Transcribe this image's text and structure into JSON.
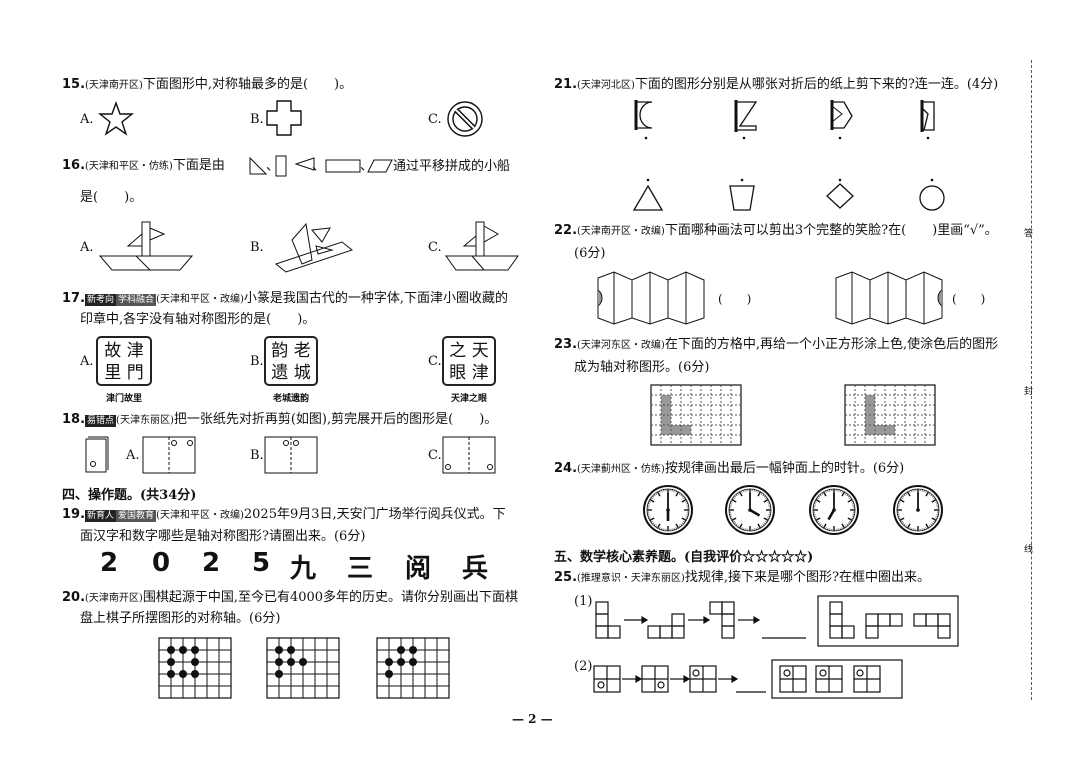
{
  "q15": {
    "num": "15.",
    "src": "(天津南开区)",
    "text": "下面图形中,对称轴最多的是(　　)。",
    "a": "A.",
    "b": "B.",
    "c": "C."
  },
  "q16": {
    "num": "16.",
    "src": "(天津和平区・仿练)",
    "text1": "下面是由",
    "sep": "、",
    "text2": "通过平移拼成的小船",
    "text3": "是(　　)。",
    "a": "A.",
    "b": "B.",
    "c": "C."
  },
  "q17": {
    "num": "17.",
    "tag1": "新考向",
    "tag2": "学科融合",
    "src": "(天津和平区・改编)",
    "text1": "小篆是我国古代的一种字体,下面津小圈收藏的",
    "text2": "印章中,各字没有轴对称图形的是(　　)。",
    "a": "A.",
    "b": "B.",
    "c": "C.",
    "seals": [
      {
        "l1": "故 津",
        "l2": "里 門",
        "cap": "津门故里"
      },
      {
        "l1": "韵 老",
        "l2": "遗 城",
        "cap": "老城遗韵"
      },
      {
        "l1": "之 天",
        "l2": "眼 津",
        "cap": "天津之眼"
      }
    ]
  },
  "q18": {
    "num": "18.",
    "tag": "易错点",
    "src": "(天津东丽区)",
    "text": "把一张纸先对折再剪(如图),剪完展开后的图形是(　　)。",
    "a": "A.",
    "b": "B.",
    "c": "C."
  },
  "sec4": "四、操作题。(共34分)",
  "q19": {
    "num": "19.",
    "tag1": "新育人",
    "tag2": "爱国教育",
    "src": "(天津和平区・改编)",
    "text1": "2025年9月3日,天安门广场举行阅兵仪式。下",
    "text2": "面汉字和数字哪些是轴对称图形?请圈出来。(6分)",
    "chars": [
      "2",
      "0",
      "2",
      "5",
      "九",
      "三",
      "阅",
      "兵"
    ]
  },
  "q20": {
    "num": "20.",
    "src": "(天津南开区)",
    "text1": "围棋起源于中国,至今已有4000多年的历史。请你分别画出下面棋",
    "text2": "盘上棋子所摆图形的对称轴。(6分)"
  },
  "q21": {
    "num": "21.",
    "src": "(天津河北区)",
    "text": "下面的图形分别是从哪张对折后的纸上剪下来的?连一连。(4分)"
  },
  "q22": {
    "num": "22.",
    "src": "(天津南开区・改编)",
    "text1": "下面哪种画法可以剪出3个完整的笑脸?在(　　)里画“√”。",
    "text2": "(6分)",
    "p1": "(　　)",
    "p2": "(　　)"
  },
  "q23": {
    "num": "23.",
    "src": "(天津河东区・改编)",
    "text1": "在下面的方格中,再给一个小正方形涂上色,使涂色后的图形",
    "text2": "成为轴对称图形。(6分)"
  },
  "q24": {
    "num": "24.",
    "src": "(天津蓟州区・仿练)",
    "text": "按规律画出最后一幅钟面上的时针。(6分)"
  },
  "sec5": "五、数学核心素养题。(自我评价☆☆☆☆☆)",
  "q25": {
    "num": "25.",
    "src": "(推理意识・天津东丽区)",
    "text": "找规律,接下来是哪个图形?在框中圈出来。",
    "p1": "(1)",
    "p2": "(2)"
  },
  "side": [
    "答",
    "封",
    "线"
  ],
  "footer": "— 2 —"
}
